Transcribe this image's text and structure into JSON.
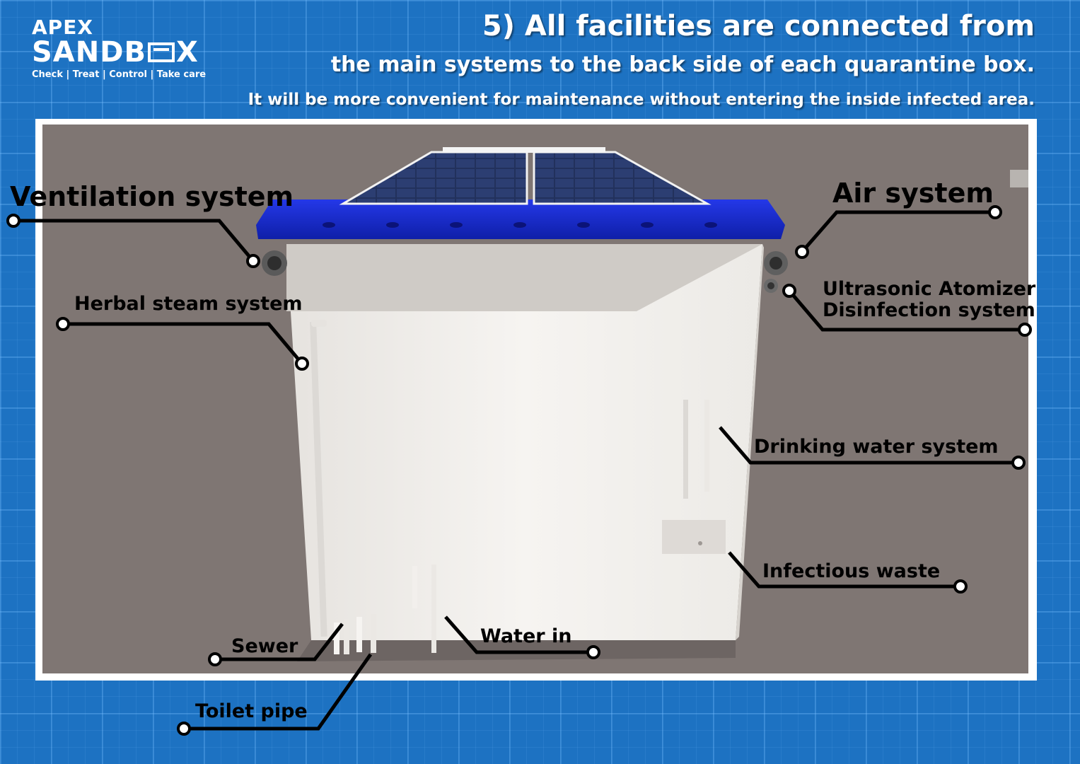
{
  "logo": {
    "line1": "APEX",
    "line2a": "SANDB",
    "line2b": "X",
    "tagline": "Check | Treat | Control | Take care"
  },
  "header": {
    "title": "5) All facilities are connected from",
    "subtitle": "the main systems to the back side of each quarantine box.",
    "note": "It will be more convenient for maintenance without entering the inside infected area."
  },
  "labels": {
    "ventilation": "Ventilation system",
    "air": "Air system",
    "herbal": "Herbal steam system",
    "ultrasonic_1": "Ultrasonic Atomizer",
    "ultrasonic_2": "Disinfection system",
    "drinking": "Drinking water system",
    "infectious": "Infectious waste",
    "water_in": "Water in",
    "sewer": "Sewer",
    "toilet": "Toilet pipe"
  },
  "colors": {
    "background": "#1d72c2",
    "roof": "#1a2fd0",
    "panel": "#1f2d52",
    "box": "#f1efec",
    "ground": "#7f7673"
  },
  "icons": {
    "callout_end": "ring-dot-icon"
  }
}
